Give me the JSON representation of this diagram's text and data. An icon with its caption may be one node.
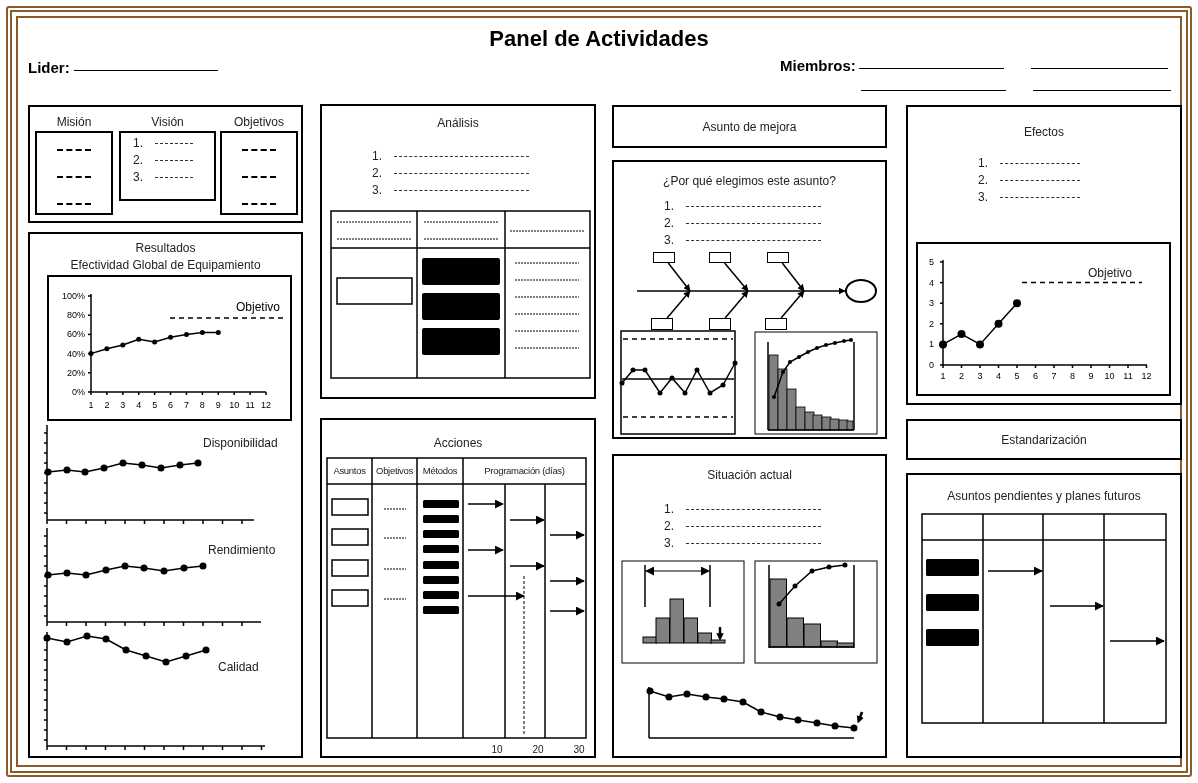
{
  "diagram": {
    "title": "Panel de Actividades",
    "nodes": [
      {
        "text": [],
        "shape": "box"
      },
      {
        "text": [
          "Misión"
        ],
        "in": 0
      },
      {
        "text": [
          "Visión",
          "1.",
          "2.",
          "3."
        ],
        "in": 0
      },
      {
        "text": [
          "Objetivos"
        ],
        "in": 0
      },
      {
        "text": [
          "Resultados",
          "Efectividad Global de Equipamiento"
        ]
      },
      {
        "text": [
          "Análisis",
          "1.",
          "2.",
          "3."
        ]
      },
      {
        "text": [
          "Acciones"
        ]
      },
      {
        "text": [
          "Asunto de mejora"
        ]
      },
      {
        "text": [
          "¿Por qué elegimos este asunto?",
          "1.",
          "2.",
          "3."
        ]
      },
      {
        "text": [],
        "shape": "box",
        "in": 8
      },
      {
        "text": [],
        "shape": "box",
        "in": 8
      },
      {
        "text": [],
        "shape": "box",
        "in": 8
      },
      {
        "text": [],
        "shape": "box",
        "in": 8
      },
      {
        "text": [],
        "shape": "box",
        "in": 8
      },
      {
        "text": [],
        "shape": "box",
        "in": 8
      },
      {
        "text": [],
        "shape": "circle",
        "in": 8
      },
      {
        "text": [
          "Situación actual",
          "1.",
          "2.",
          "3."
        ]
      },
      {
        "text": [
          "Efectos",
          "1.",
          "2.",
          "3."
        ]
      },
      {
        "text": [
          "Objetivo"
        ],
        "in": 17
      },
      {
        "text": [
          "Estandarización"
        ]
      },
      {
        "text": [
          "Asuntos pendientes y planes futuros"
        ]
      }
    ],
    "edges": [
      {
        "from": 9,
        "to": null,
        "arrow": "to"
      },
      {
        "from": 10,
        "to": null,
        "arrow": "to"
      },
      {
        "from": 11,
        "to": null,
        "arrow": "to"
      },
      {
        "from": 12,
        "to": null,
        "arrow": "to"
      },
      {
        "from": 13,
        "to": null,
        "arrow": "to"
      },
      {
        "from": 14,
        "to": null,
        "arrow": "to"
      },
      {
        "from": null,
        "to": 15,
        "arrow": "to"
      }
    ],
    "labels": [
      "Lider:",
      "Miembros:",
      "Disponibilidad",
      "Rendimiento",
      "Calidad",
      "Asuntos",
      "Objetivos",
      "Métodos",
      "Programación (días)",
      "10",
      "20",
      "30",
      "5",
      "4",
      "3",
      "2",
      "1",
      "0",
      "1",
      "2",
      "3",
      "4",
      "5",
      "6",
      "7",
      "8",
      "9",
      "10",
      "11",
      "12"
    ],
    "chart_data": {
      "type": "line",
      "x": [
        1,
        2,
        3,
        4,
        5,
        6,
        7,
        8,
        9
      ],
      "series": [
        {
          "color": "#000000",
          "values": [
            40,
            45,
            49,
            55,
            52,
            57,
            60,
            62,
            62
          ]
        }
      ],
      "xlim": [
        1,
        12
      ],
      "ylim": [
        0,
        100
      ],
      "xticks": [
        1,
        2,
        3,
        4,
        5,
        6,
        7,
        8,
        9,
        10,
        11,
        12
      ],
      "yticks": [
        {
          "value": 0,
          "label": "0%"
        },
        {
          "value": 20,
          "label": "20%"
        },
        {
          "value": 40,
          "label": "40%"
        },
        {
          "value": 60,
          "label": "60%"
        },
        {
          "value": 80,
          "label": "80%"
        },
        {
          "value": 100,
          "label": "100%"
        }
      ],
      "annotations": [
        "Objetivo"
      ]
    }
  }
}
